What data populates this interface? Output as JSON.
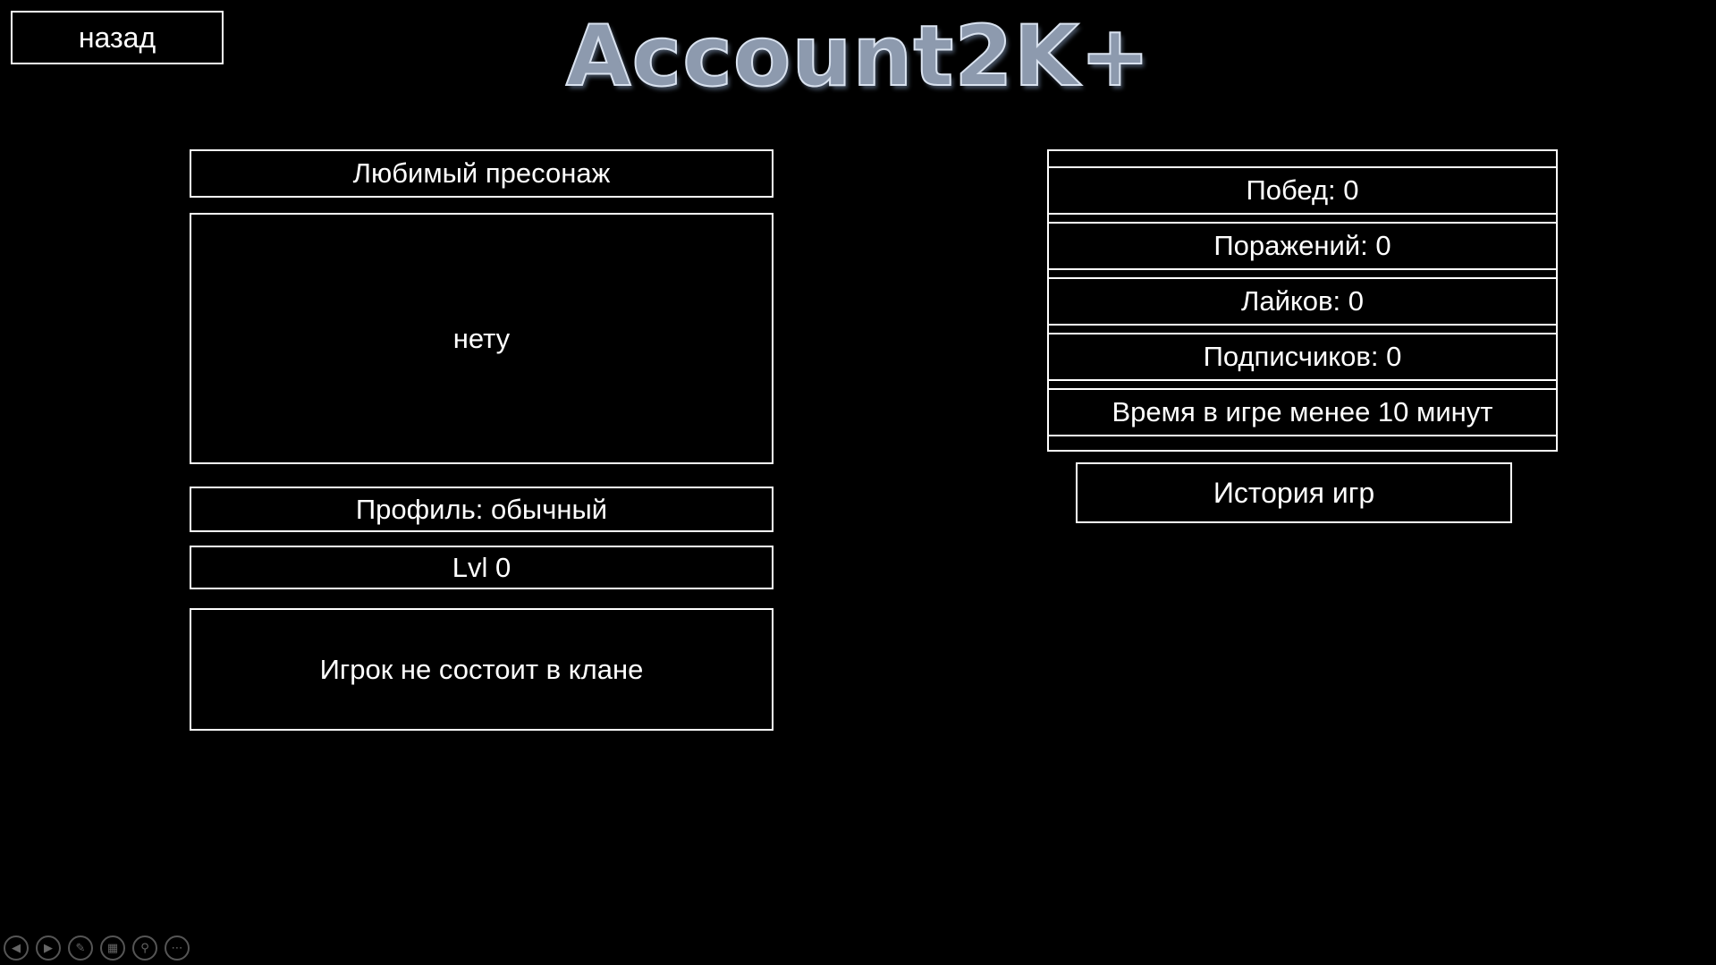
{
  "header": {
    "back_label": "назад",
    "app_title": "Account2K+"
  },
  "left_panel": {
    "favorite_label": "Любимый пресонаж",
    "favorite_value": "нету",
    "profile": "Профиль: обычный",
    "level": "Lvl 0",
    "clan": "Игрок не состоит в клане"
  },
  "stats": {
    "wins": "Побед: 0",
    "losses": "Поражений: 0",
    "likes": "Лайков: 0",
    "subscribers": "Подписчиков: 0",
    "playtime": "Время в игре менее 10 минут"
  },
  "history_label": "История игр",
  "slideshow_controls": {
    "icons": [
      "prev-icon",
      "next-icon",
      "pen-icon",
      "slides-icon",
      "zoom-icon",
      "more-icon"
    ],
    "glyphs": [
      "◀",
      "▶",
      "✎",
      "▦",
      "⚲",
      "⋯"
    ]
  }
}
